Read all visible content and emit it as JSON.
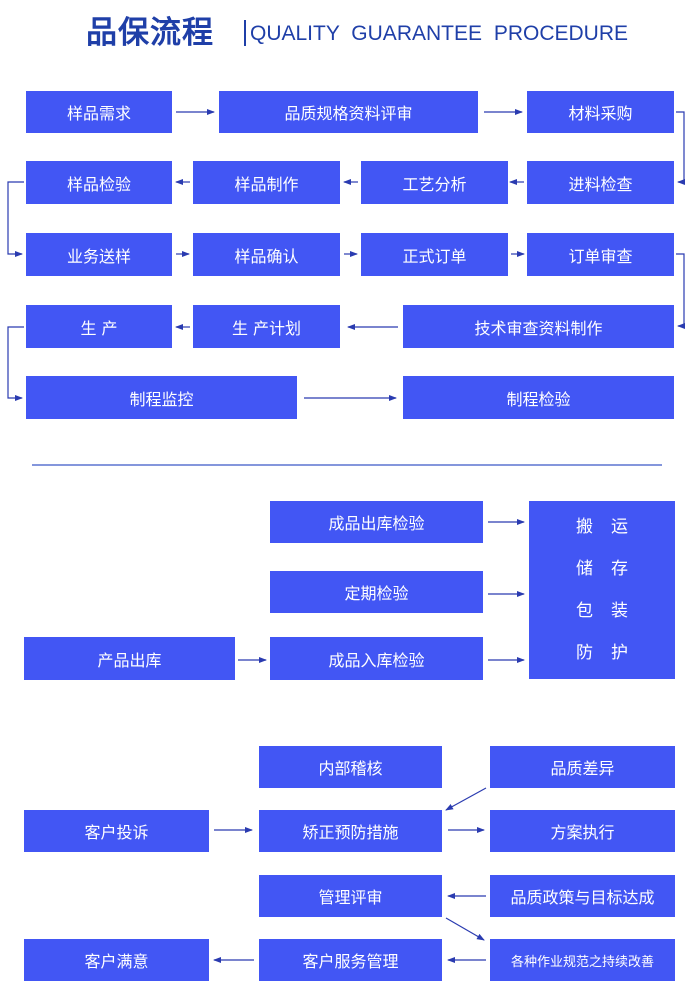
{
  "header": {
    "title_zh": "品保流程",
    "title_en": "QUALITY GUARANTEE PROCEDURE"
  },
  "section1": {
    "sample_demand": "样品需求",
    "spec_review": "品质规格资料评审",
    "material_purchase": "材料采购",
    "incoming_inspection": "进料检查",
    "process_analysis": "工艺分析",
    "sample_making": "样品制作",
    "sample_inspection": "样品检验",
    "business_send_sample": "业务送样",
    "sample_confirm": "样品确认",
    "formal_order": "正式订单",
    "order_review": "订单审查",
    "tech_doc_review": "技术审查资料制作",
    "production_plan": "生 产计划",
    "production": "生  产",
    "process_monitor": "制程监控",
    "process_inspection": "制程检验"
  },
  "section2": {
    "outbound_inspection": "成品出库检验",
    "periodic_inspection": "定期检验",
    "product_outbound": "产品出库",
    "inbound_inspection": "成品入库检验",
    "handling_lines": [
      "搬运",
      "储存",
      "包装",
      "防护"
    ]
  },
  "section3": {
    "internal_audit": "内部稽核",
    "quality_diff": "品质差异",
    "customer_complaint": "客户投诉",
    "corrective_action": "矫正预防措施",
    "plan_execution": "方案执行",
    "management_review": "管理评审",
    "policy_goal": "品质政策与目标达成",
    "customer_satisfaction": "客户满意",
    "customer_service": "客户服务管理",
    "continuous_improvement": "各种作业规范之持续改善"
  }
}
